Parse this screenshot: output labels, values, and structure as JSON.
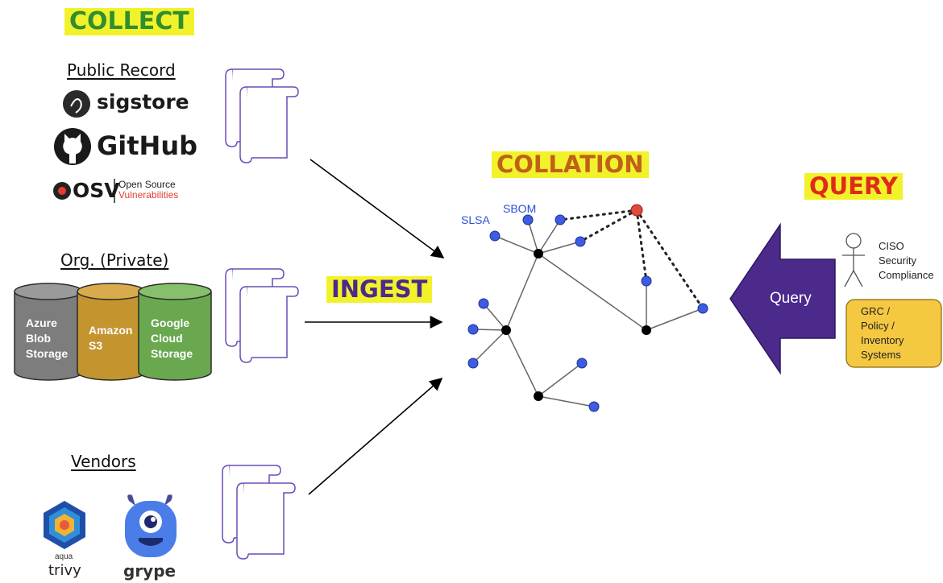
{
  "headings": {
    "collect": "COLLECT",
    "ingest": "INGEST",
    "collation": "COLLATION",
    "query": "QUERY"
  },
  "sources": {
    "public_record": {
      "label": "Public Record",
      "logos": {
        "sigstore": "sigstore",
        "github": "GitHub",
        "osv": "OSV",
        "osv_line1": "Open Source",
        "osv_line2": "Vulnerabilities"
      }
    },
    "org_private": {
      "label": "Org. (Private)",
      "storages": [
        {
          "name": "Azure Blob Storage",
          "lines": [
            "Azure",
            "Blob",
            "Storage"
          ],
          "color": "#7d7d7d"
        },
        {
          "name": "Amazon S3",
          "lines": [
            "Amazon",
            "S3"
          ],
          "color": "#c4942f"
        },
        {
          "name": "Google Cloud Storage",
          "lines": [
            "Google",
            "Cloud",
            "Storage"
          ],
          "color": "#6aa84f"
        }
      ]
    },
    "vendors": {
      "label": "Vendors",
      "logos": {
        "aqua": "aqua",
        "trivy": "trivy",
        "grype": "grype"
      }
    }
  },
  "graph": {
    "labels": {
      "slsa": "SLSA",
      "sbom": "SBOM"
    },
    "colors": {
      "blue_node": "#3d5ce0",
      "red_node": "#e04a3a",
      "black_node": "#000000"
    }
  },
  "query": {
    "arrow_label": "Query",
    "arrow_color": "#4b2a8c",
    "persona_lines": [
      "CISO",
      "Security",
      "Compliance"
    ],
    "systems_lines": [
      "GRC /",
      "Policy /",
      "Inventory",
      "Systems"
    ],
    "systems_color": "#f5c842"
  }
}
